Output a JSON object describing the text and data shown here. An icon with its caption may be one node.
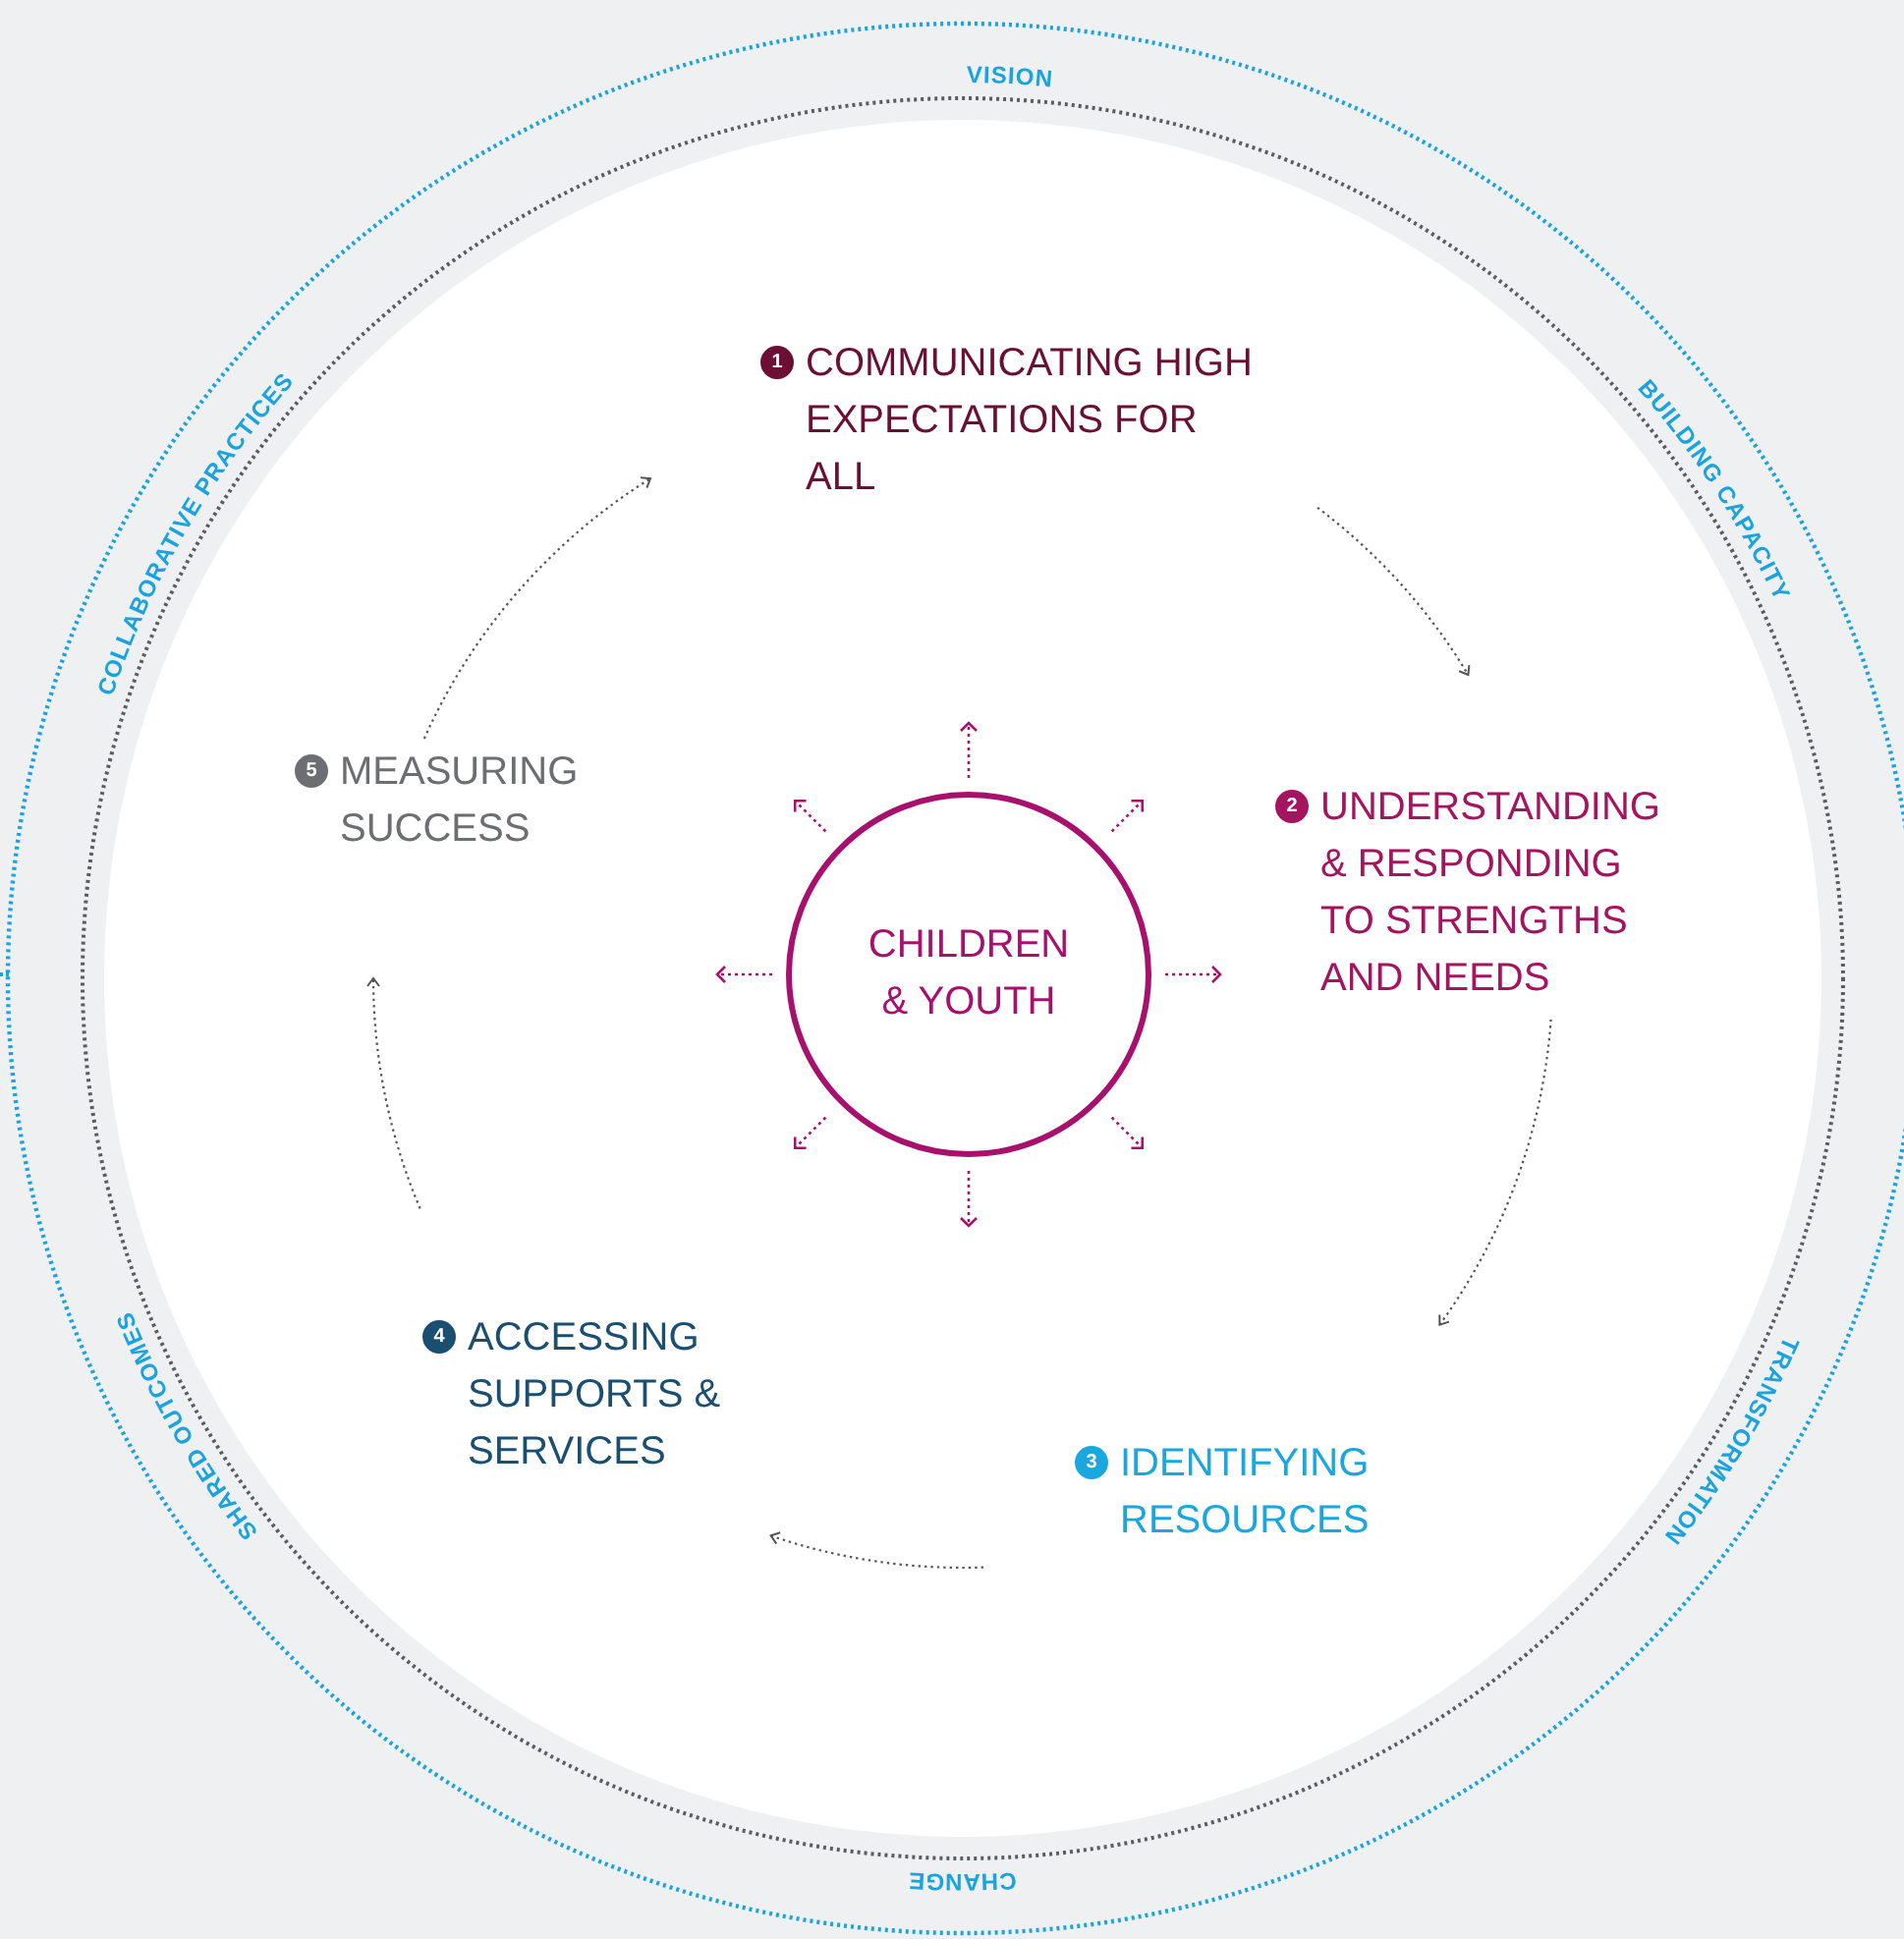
{
  "diagram": {
    "nodes": [
      {
        "text": [
          "1",
          "COMMUNICATING HIGH EXPECTATIONS FOR ALL"
        ]
      },
      {
        "text": [
          "2",
          "UNDERSTANDING & RESPONDING TO STRENGTHS AND NEEDS"
        ]
      },
      {
        "text": [
          "3",
          "IDENTIFYING RESOURCES"
        ]
      },
      {
        "text": [
          "4",
          "ACCESSING SUPPORTS & SERVICES"
        ]
      },
      {
        "text": [
          "5",
          "MEASURING SUCCESS"
        ]
      },
      {
        "text": [
          "CHILDREN & YOUTH"
        ]
      }
    ],
    "edges": [
      {
        "from": 4,
        "to": 0,
        "arrow": "to",
        "style": "dashed"
      },
      {
        "from": 0,
        "to": 1,
        "arrow": "to",
        "style": "dashed"
      },
      {
        "from": 1,
        "to": 2,
        "arrow": "to",
        "style": "dashed"
      },
      {
        "from": 2,
        "to": 3,
        "arrow": "to",
        "style": "dashed"
      },
      {
        "from": 3,
        "to": 4,
        "arrow": "to",
        "style": "dashed"
      }
    ],
    "labels": [
      "VISION",
      "BUILDING CAPACITY",
      "TRANSFORMATION",
      "CHANGE",
      "SHARED OUTCOMES",
      "COLLABORATIVE PRACTICES"
    ]
  }
}
